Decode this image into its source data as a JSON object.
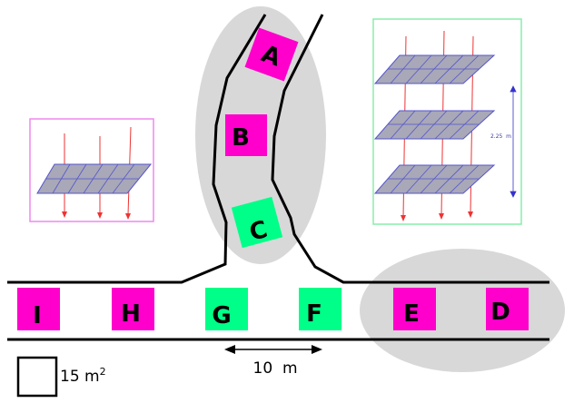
{
  "colors": {
    "magenta": "#ff00cc",
    "green": "#00ff88",
    "zone_gray": "#d8d8d8",
    "line": "#000000",
    "inset_pink_border": "#ee88ee",
    "inset_green_border": "#88eeaa",
    "panel_fill": "#a8a8b8",
    "panel_line": "#5555cc",
    "ray": "#ee3333",
    "dimension": "#3333cc"
  },
  "boxes": [
    {
      "id": "A",
      "label": "A",
      "color": "magenta"
    },
    {
      "id": "B",
      "label": "B",
      "color": "magenta"
    },
    {
      "id": "C",
      "label": "C",
      "color": "green"
    },
    {
      "id": "D",
      "label": "D",
      "color": "magenta"
    },
    {
      "id": "E",
      "label": "E",
      "color": "magenta"
    },
    {
      "id": "F",
      "label": "F",
      "color": "green"
    },
    {
      "id": "G",
      "label": "G",
      "color": "green"
    },
    {
      "id": "H",
      "label": "H",
      "color": "magenta"
    },
    {
      "id": "I",
      "label": "I",
      "color": "magenta"
    }
  ],
  "scale_bar": {
    "label": "10  m"
  },
  "legend": {
    "area_value": "15",
    "area_unit": "m",
    "area_exponent": "2"
  },
  "stacked_inset": {
    "dimension_label": "2.25  m"
  }
}
